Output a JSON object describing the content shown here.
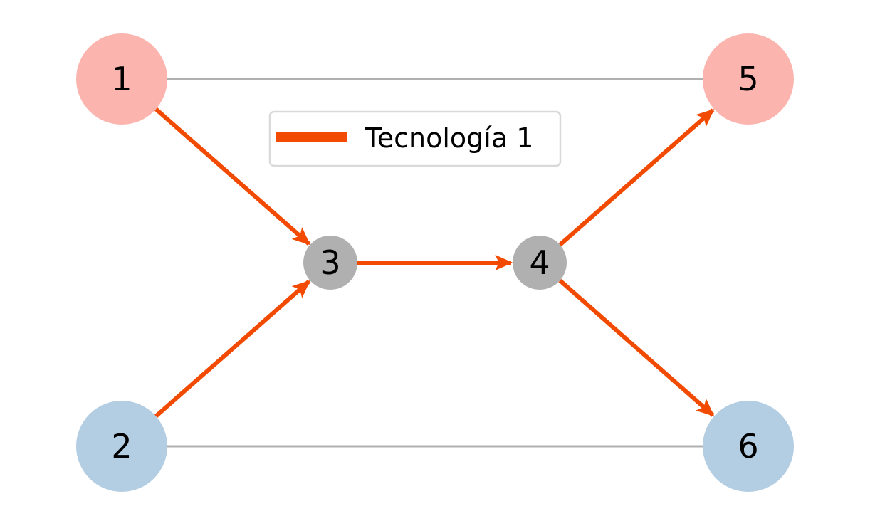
{
  "diagram": {
    "nodes": [
      {
        "id": "1",
        "label": "1",
        "color": "#fbb4ae"
      },
      {
        "id": "2",
        "label": "2",
        "color": "#b3cde3"
      },
      {
        "id": "3",
        "label": "3",
        "color": "#b0b0b0"
      },
      {
        "id": "4",
        "label": "4",
        "color": "#b0b0b0"
      },
      {
        "id": "5",
        "label": "5",
        "color": "#fbb4ae"
      },
      {
        "id": "6",
        "label": "6",
        "color": "#b3cde3"
      }
    ],
    "background_edges": [
      {
        "from": "1",
        "to": "5",
        "color": "#b0b0b0"
      },
      {
        "from": "2",
        "to": "6",
        "color": "#b0b0b0"
      }
    ],
    "flow_edges": [
      {
        "from": "1",
        "to": "3"
      },
      {
        "from": "2",
        "to": "3"
      },
      {
        "from": "3",
        "to": "4"
      },
      {
        "from": "4",
        "to": "5"
      },
      {
        "from": "4",
        "to": "6"
      }
    ],
    "flow_color": "#f24a00",
    "legend": {
      "label": "Tecnología 1",
      "border_color": "#d9d9d9"
    }
  }
}
